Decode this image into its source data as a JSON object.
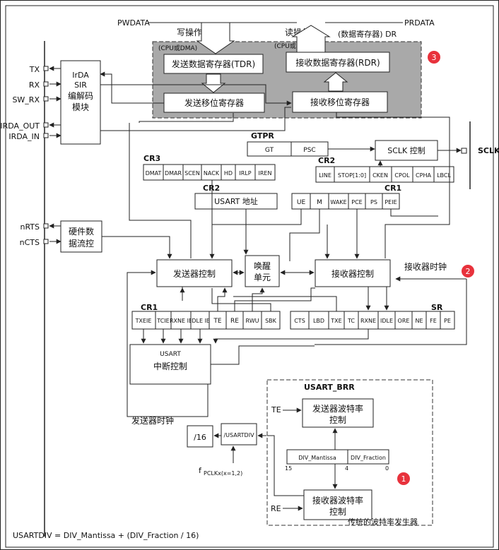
{
  "bus": {
    "pwdata": "PWDATA",
    "prdata": "PRDATA",
    "write_op": "写操作",
    "read_op": "读操作",
    "data_register": "(数据寄存器) DR",
    "cpu_dma_left": "(CPU或DMA)",
    "cpu_dma_right": "(CPU或DMA)"
  },
  "registers": {
    "tdr": "发送数据寄存器(TDR)",
    "rdr": "接收数据寄存器(RDR)",
    "tx_shift": "发送移位寄存器",
    "rx_shift": "接收移位寄存器"
  },
  "pins": {
    "tx": "TX",
    "rx": "RX",
    "sw_rx": "SW_RX",
    "irda_out": "IRDA_OUT",
    "irda_in": "IRDA_IN",
    "nrts": "nRTS",
    "ncts": "nCTS",
    "sclk": "SCLK"
  },
  "irda": {
    "line1": "IrDA",
    "line2": "SIR",
    "line3": "编解码",
    "line4": "模块"
  },
  "flow": {
    "line1": "硬件数",
    "line2": "据流控"
  },
  "gtpr": {
    "title": "GTPR",
    "gt": "GT",
    "psc": "PSC"
  },
  "sclk_ctrl": "SCLK 控制",
  "cr2_top": {
    "title": "CR2",
    "fields": [
      "LINE",
      "STOP[1:0]",
      "CKEN",
      "CPOL",
      "CPHA",
      "LBCL"
    ]
  },
  "cr3": {
    "title": "CR3",
    "fields": [
      "DMAT",
      "DMAR",
      "SCEN",
      "NACK",
      "HD",
      "IRLP",
      "IREN"
    ]
  },
  "cr2_mid": {
    "title": "CR2",
    "address": "USART 地址"
  },
  "cr1_top": {
    "title": "CR1",
    "fields": [
      "UE",
      "M",
      "WAKE",
      "PCE",
      "PS",
      "PEIE"
    ]
  },
  "tx_ctrl": "发送器控制",
  "wakeup": {
    "line1": "唤醒",
    "line2": "单元"
  },
  "rx_ctrl": "接收器控制",
  "rx_clock": "接收器时钟",
  "cr1_bottom": {
    "title": "CR1",
    "fields": [
      "TXEIE",
      "TCIE",
      "RXNE IE",
      "IDLE IE",
      "TE",
      "RE",
      "RWU",
      "SBK"
    ]
  },
  "sr": {
    "title": "SR",
    "fields": [
      "CTS",
      "LBD",
      "TXE",
      "TC",
      "RXNE",
      "IDLE",
      "ORE",
      "NE",
      "FE",
      "PE"
    ]
  },
  "irq": {
    "line1": "USART",
    "line2": "中断控制"
  },
  "brr": {
    "title": "USART_BRR",
    "te": "TE",
    "re": "RE",
    "tx_baud_1": "发送器波特率",
    "tx_baud_2": "控制",
    "rx_baud_1": "接收器波特率",
    "rx_baud_2": "控制",
    "mantissa": "DIV_Mantissa",
    "fraction": "DIV_Fraction",
    "bit15": "15",
    "bit4": "4",
    "bit0": "0",
    "legacy": "传统的波特率发生器"
  },
  "tx_clock": "发送器时钟",
  "div16": "/16",
  "usartdiv": "/USARTDIV",
  "pclk_f": "f",
  "pclk_sub": "PCLKx(x=1,2)",
  "formula": "USARTDIV = DIV_Mantissa + (DIV_Fraction / 16)",
  "markers": [
    "3",
    "2",
    "1"
  ],
  "colors": {
    "gray_block": "#a9a9a9",
    "marker": "#e8323c"
  }
}
